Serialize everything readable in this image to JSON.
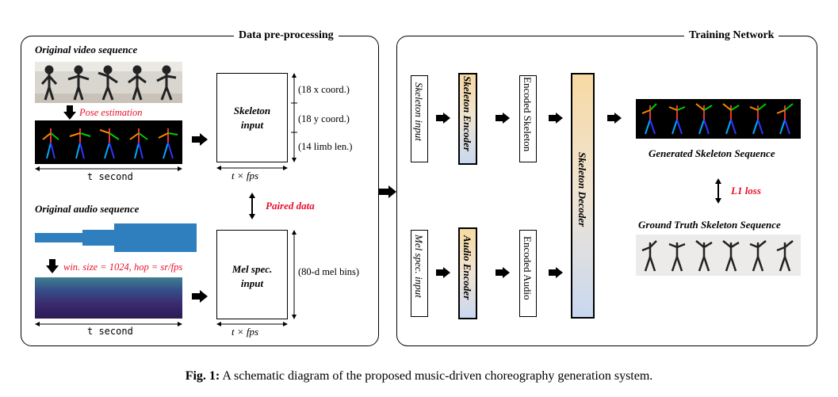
{
  "preprocessing": {
    "title": "Data pre-processing",
    "video_label": "Original video sequence",
    "pose_estimation": "Pose estimation",
    "audio_label": "Original audio sequence",
    "window_params": "win. size = 1024, hop = sr/fps",
    "t_second": "t second",
    "skeleton_input": {
      "line1": "Skeleton",
      "line2": "input"
    },
    "skeleton_dims": [
      "(18 x coord.)",
      "(18 y coord.)",
      "(14 limb len.)"
    ],
    "mel_input": {
      "line1": "Mel spec.",
      "line2": "input"
    },
    "mel_dims": "(80-d mel bins)",
    "t_fps": "t × fps",
    "paired_data": "Paired data"
  },
  "training": {
    "title": "Training Network",
    "skeleton_input": "Skeleton input",
    "skeleton_encoder": "Skeleton Encoder",
    "encoded_skeleton": "Encoded Skeleton",
    "skeleton_decoder": "Skeleton Decoder",
    "mel_input": "Mel spec. input",
    "audio_encoder": "Audio Encoder",
    "encoded_audio": "Encoded Audio",
    "generated": "Generated Skeleton Sequence",
    "l1_loss": "L1 loss",
    "ground_truth": "Ground Truth Skeleton Sequence"
  },
  "caption": {
    "label": "Fig. 1:",
    "text": " A schematic diagram of the proposed music-driven choreography generation system."
  },
  "colors": {
    "accent_red": "#e8102a",
    "audio_wave": "#2f7fbf",
    "spectrogram": "#3b2a6e"
  }
}
